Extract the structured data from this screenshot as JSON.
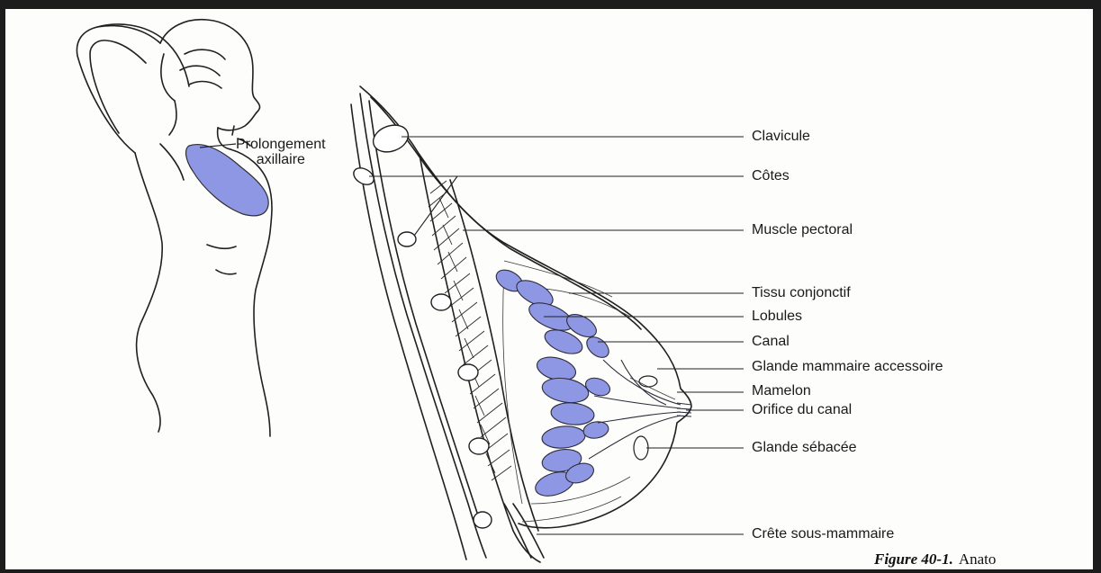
{
  "colors": {
    "gland_fill": "#8e97e3",
    "line": "#202020",
    "frame": "#1c1c1c",
    "background": "#fdfdfc"
  },
  "torso_label": {
    "line1": "Prolongement",
    "line2": "axillaire"
  },
  "labels": [
    "Clavicule",
    "Côtes",
    "Muscle pectoral",
    "Tissu conjonctif",
    "Lobules",
    "Canal",
    "Glande mammaire accessoire",
    "Mamelon",
    "Orifice du canal",
    "Glande sébacée",
    "Crête sous-mammaire"
  ],
  "caption": {
    "figure": "Figure 40-1.",
    "text": "Anato"
  }
}
